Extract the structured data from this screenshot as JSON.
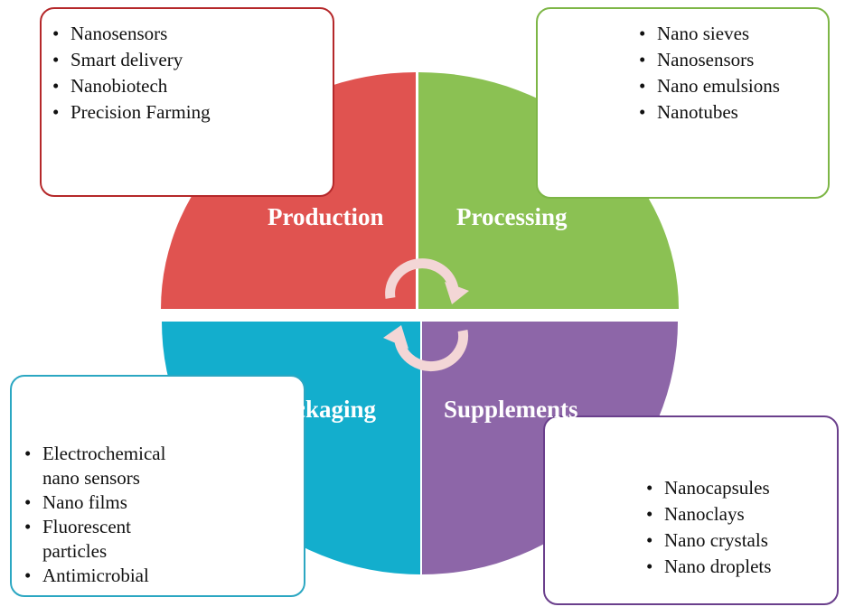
{
  "colors": {
    "production": "#e05350",
    "processing": "#8bc153",
    "packaging": "#13aecd",
    "supplements": "#8d66a8",
    "arrow": "#f3d6d6"
  },
  "quadrants": {
    "production": {
      "label": "Production",
      "items": [
        "Nanosensors",
        "Smart delivery",
        "Nanobiotech",
        "Precision Farming"
      ]
    },
    "processing": {
      "label": "Processing",
      "items": [
        "Nano sieves",
        "Nanosensors",
        "Nano emulsions",
        "Nanotubes"
      ]
    },
    "packaging": {
      "label": "Packaging",
      "items": [
        "Electrochemical nano sensors",
        "Nano films",
        "Fluorescent particles",
        "Antimicrobial"
      ]
    },
    "supplements": {
      "label": "Supplements",
      "items": [
        "Nanocapsules",
        "Nanoclays",
        "Nano crystals",
        "Nano droplets"
      ]
    }
  },
  "icons": {
    "cycle": "cycle-arrows-icon"
  }
}
